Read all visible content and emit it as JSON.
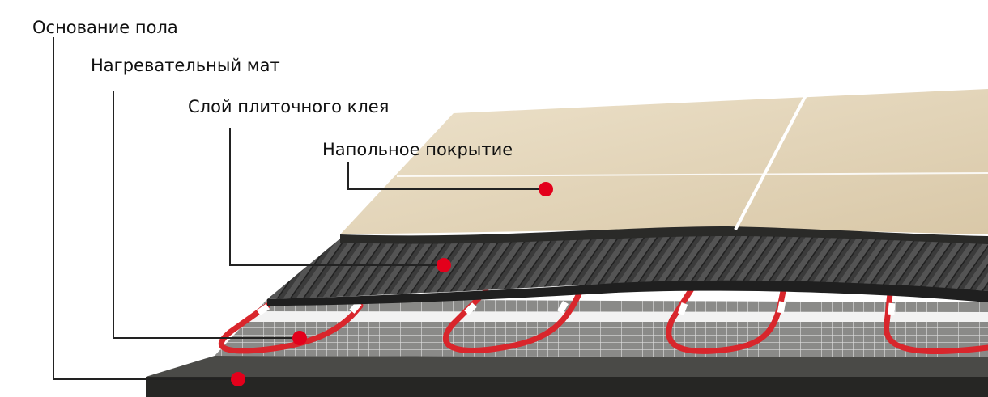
{
  "labels": {
    "floor_base": "Основание пола",
    "heating_mat": "Нагревательный мат",
    "tile_adhesive": "Слой плиточного клея",
    "floor_covering": "Напольное покрытие"
  },
  "colors": {
    "marker": "#e3001b",
    "cable": "#d9262c",
    "tile": "#e6d7bd",
    "adhesive": "#3a3a3a",
    "base": "#3c3c3a",
    "mesh": "#c9c9c9",
    "leader": "#222222"
  }
}
